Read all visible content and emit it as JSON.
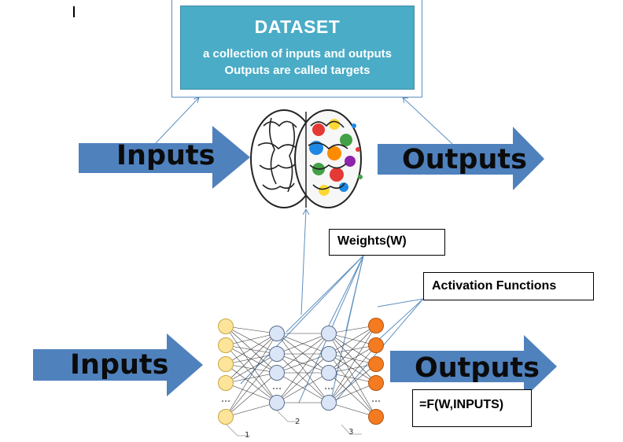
{
  "dataset": {
    "title": "DATASET",
    "line1": "a collection of inputs and outputs",
    "line2": "Outputs are called targets"
  },
  "top": {
    "inputs_label": "Inputs",
    "outputs_label": "Outputs"
  },
  "bottom": {
    "inputs_label": "Inputs",
    "outputs_label": "Outputs"
  },
  "callouts": {
    "weights": "Weights(W)",
    "activation": "Activation  Functions",
    "formula": "=F(W,INPUTS)"
  },
  "layers": {
    "label_1": "1",
    "label_2": "2",
    "label_3": "3"
  },
  "colors": {
    "arrow_blue": "#4f81bd",
    "dataset_fill": "#4aacc6",
    "input_node": "#fde49b",
    "hidden_node": "#dae6f7",
    "output_node": "#f47b20"
  }
}
